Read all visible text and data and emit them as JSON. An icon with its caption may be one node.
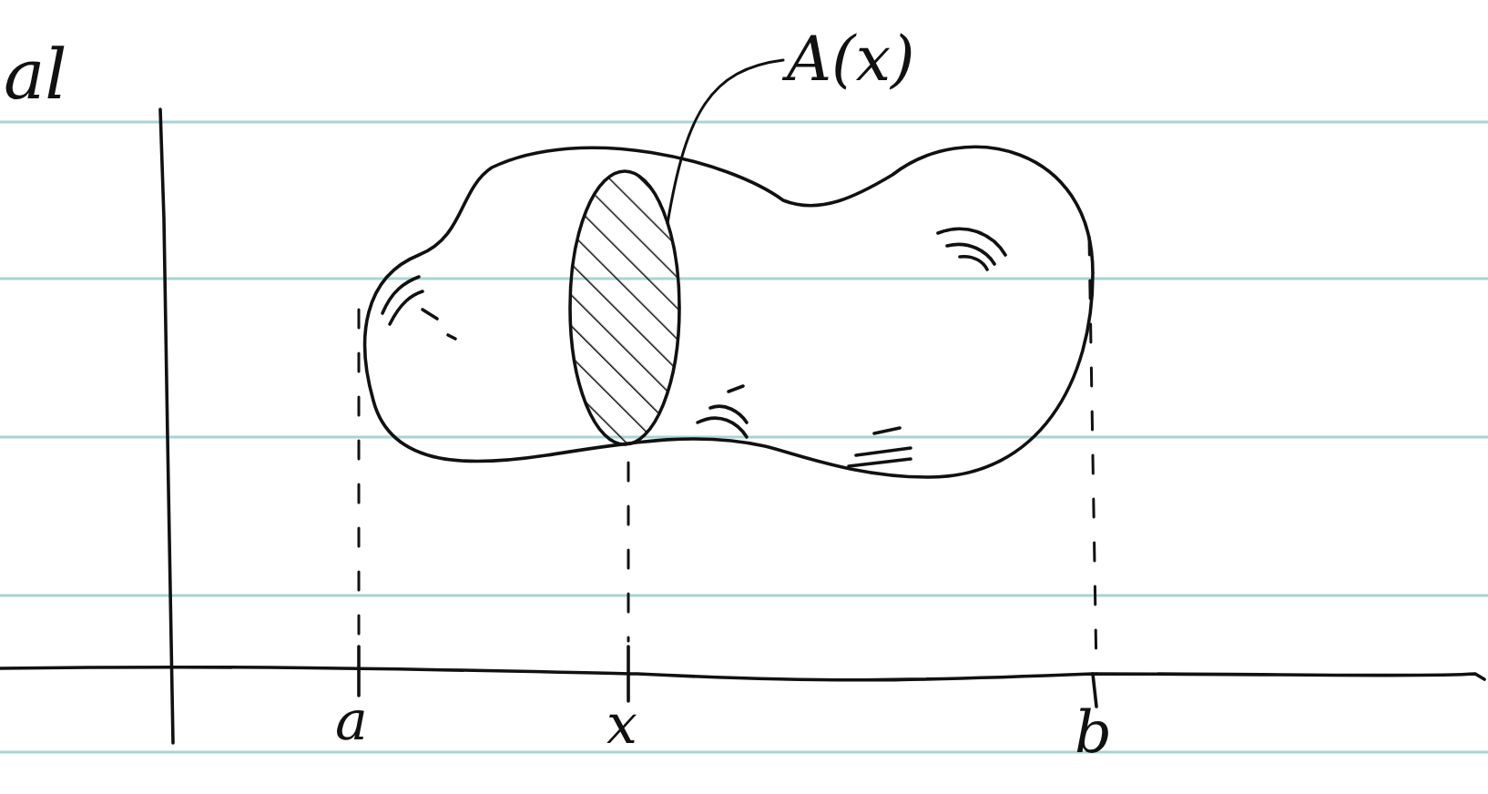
{
  "diagram": {
    "nodes": [
      {
        "text": [
          "A(x)"
        ]
      },
      {
        "text": [],
        "shape": "circle"
      }
    ],
    "edges": [
      {
        "from": 0,
        "to": 1,
        "arrow": "none"
      }
    ],
    "labels": [
      "al",
      "a",
      "x",
      "b"
    ]
  }
}
